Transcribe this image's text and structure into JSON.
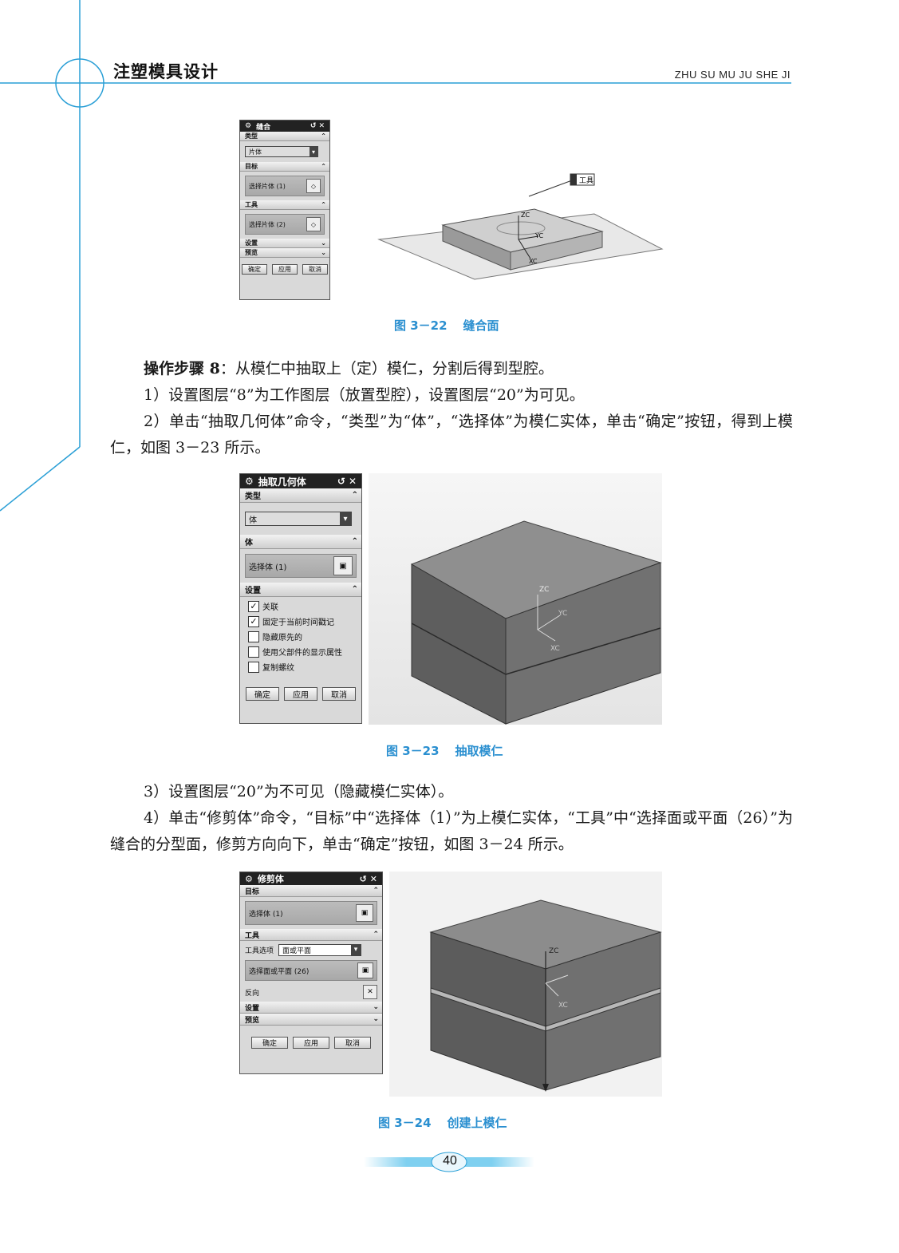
{
  "header": {
    "title": "注塑模具设计",
    "pinyin": "ZHU SU MU JU SHE JI"
  },
  "fig22": {
    "dialog": {
      "title": "缝合",
      "sections": [
        "类型",
        "目标",
        "工具",
        "设置",
        "预览"
      ],
      "type_value": "片体",
      "target_select": "选择片体 (1)",
      "tool_select": "选择片体 (2)",
      "buttons": [
        "确定",
        "应用",
        "取消"
      ]
    },
    "model_labels": {
      "tool_tag": "工具",
      "zc": "ZC",
      "yc": "YC",
      "xc": "XC"
    },
    "caption_num": "图 3－22",
    "caption_text": "缝合面"
  },
  "step8": {
    "label": "操作步骤 8",
    "text": "：从模仁中抽取上（定）模仁，分割后得到型腔。",
    "item1": "1）设置图层“8”为工作图层（放置型腔），设置图层“20”为可见。",
    "item2": "2）单击“抽取几何体”命令，“类型”为“体”，“选择体”为模仁实体，单击“确定”按钮，得到上模仁，如图 3－23 所示。"
  },
  "fig23": {
    "dialog": {
      "title": "抽取几何体",
      "sections": [
        "类型",
        "体",
        "设置"
      ],
      "type_value": "体",
      "body_select": "选择体 (1)",
      "options": [
        "关联",
        "固定于当前时间戳记",
        "隐藏原先的",
        "使用父部件的显示属性",
        "复制螺纹"
      ],
      "buttons": [
        "确定",
        "应用",
        "取消"
      ]
    },
    "model_labels": {
      "zc": "ZC",
      "yc": "YC",
      "xc": "XC"
    },
    "caption_num": "图 3－23",
    "caption_text": "抽取模仁"
  },
  "items34": {
    "item3": "3）设置图层“20”为不可见（隐藏模仁实体）。",
    "item4": "4）单击“修剪体”命令，“目标”中“选择体（1）”为上模仁实体，“工具”中“选择面或平面（26）”为缝合的分型面，修剪方向向下，单击“确定”按钮，如图 3－24 所示。"
  },
  "fig24": {
    "dialog": {
      "title": "修剪体",
      "sections": [
        "目标",
        "工具",
        "设置",
        "预览"
      ],
      "target_select": "选择体 (1)",
      "tool_option_label": "工具选项",
      "tool_option_value": "面或平面",
      "tool_select": "选择面或平面 (26)",
      "reverse_label": "反向",
      "buttons": [
        "确定",
        "应用",
        "取消"
      ]
    },
    "model_labels": {
      "zc": "ZC",
      "xc": "XC"
    },
    "caption_num": "图 3－24",
    "caption_text": "创建上模仁"
  },
  "page_number": "40"
}
